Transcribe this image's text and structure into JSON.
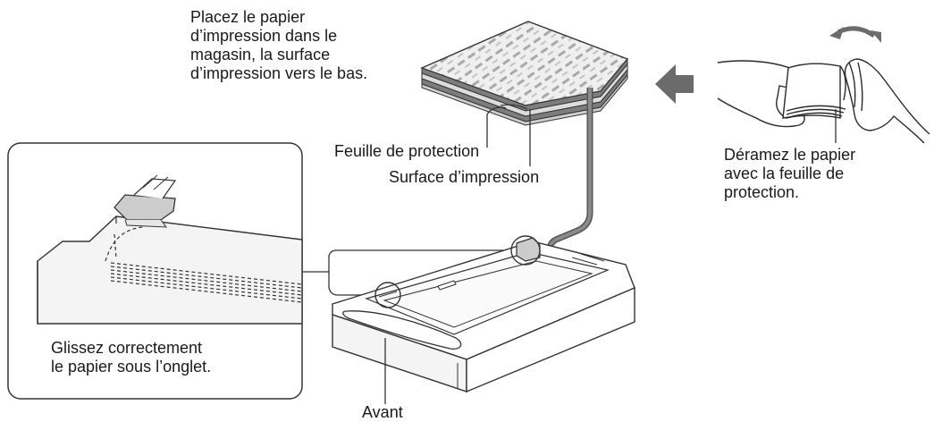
{
  "instruction_place": {
    "lines": [
      "Placez le papier",
      "d’impression dans le",
      "magasin, la surface",
      "d’impression vers le bas."
    ]
  },
  "instruction_fan": {
    "lines": [
      "Déramez le papier",
      "avec la feuille de",
      "protection."
    ]
  },
  "instruction_slide": {
    "lines": [
      "Glissez correctement",
      "le papier sous l’onglet."
    ]
  },
  "labels": {
    "protection_sheet": "Feuille de protection",
    "print_surface": "Surface d’impression",
    "front": "Avant"
  },
  "colors": {
    "line": "#2a2a2a",
    "arrow_gray": "#6b6b6b",
    "paper_dark": "#8a8a8a",
    "paper_light": "#e6e6e6",
    "tray_fill": "#f4f4f4"
  },
  "icons": [
    "fan-arrow-icon",
    "insert-arrow-icon",
    "curved-arrow-icon"
  ]
}
